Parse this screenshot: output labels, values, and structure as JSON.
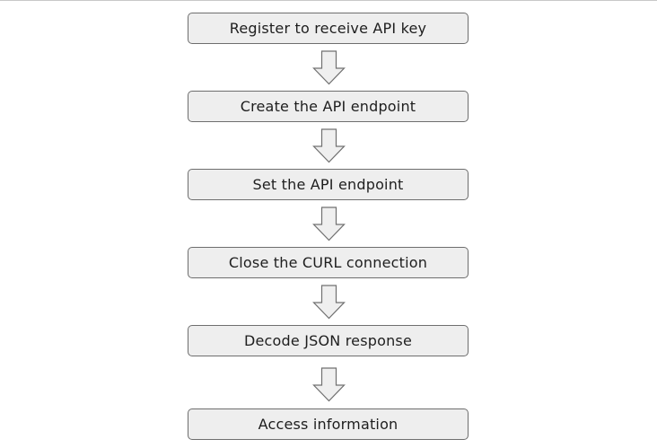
{
  "flowchart": {
    "steps": [
      {
        "label": "Register to receive API key"
      },
      {
        "label": "Create the API endpoint"
      },
      {
        "label": "Set the API endpoint"
      },
      {
        "label": "Close the CURL connection"
      },
      {
        "label": "Decode JSON response"
      },
      {
        "label": "Access information"
      }
    ],
    "colors": {
      "box_fill": "#eeeeee",
      "box_border": "#6e6e6e",
      "arrow_fill": "#efefef",
      "arrow_stroke": "#707070",
      "text": "#1e1e1e"
    },
    "arrow_icon": "down-arrow-icon"
  }
}
